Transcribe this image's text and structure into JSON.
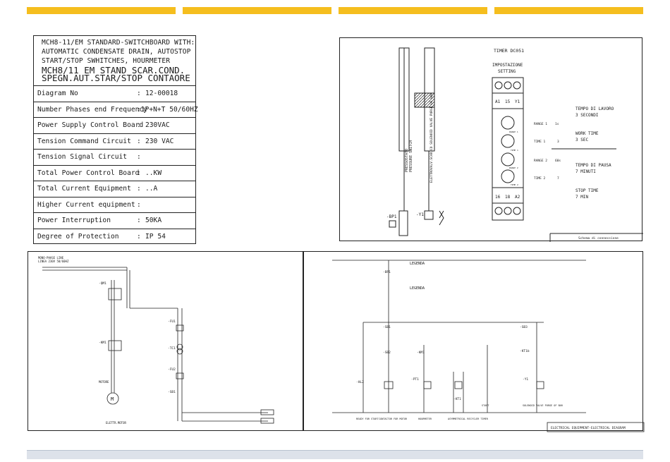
{
  "header_bars": 4,
  "colors": {
    "accent": "#f5be1e",
    "line": "#222222",
    "footer": "#dde2ea"
  },
  "spec": {
    "title_en": [
      "MCH8-11/EM STANDARD-SWITCHBOARD WITH:",
      "AUTOMATIC CONDENSATE DRAIN, AUTOSTOP",
      "START/STOP SWHITCHES, HOURMETER"
    ],
    "title_it": [
      "MCH8/11 EM STAND SCAR.COND.",
      "SPEGN.AUT.STAR/STOP CONTAORE"
    ],
    "rows": [
      {
        "label": "Diagram No",
        "value": "12-00018"
      },
      {
        "label": "Number Phases end Frequency",
        "value": "1P+N+T 50/60HZ"
      },
      {
        "label": "Power Supply Control Board",
        "value": "230VAC"
      },
      {
        "label": "Tension Command  Circuit",
        "value": "230 VAC"
      },
      {
        "label": "Tension Signal Circuit",
        "value": ""
      },
      {
        "label": "Total Power Control Board",
        "value": "..KW"
      },
      {
        "label": "Total Current Equipment",
        "value": "..A"
      },
      {
        "label": "Higher Current equipment",
        "value": ""
      },
      {
        "label": "Power Interruption",
        "value": "50KA"
      },
      {
        "label": "Degree of Protection",
        "value": "IP 54"
      }
    ]
  },
  "timer": {
    "title": "TIMER DC051",
    "setting": [
      "IMPOSTAZIONE",
      "SETTING"
    ],
    "top_terminals": [
      "A1",
      "15",
      "Y1"
    ],
    "bottom_terminals": [
      "16",
      "18",
      "A2"
    ],
    "range1": "RANGE 1",
    "range1_unit": "1s",
    "time1": "TIME 1",
    "time1_val": "3",
    "range2": "RANGE 2",
    "range2_unit": "60s",
    "time2": "TIME 2",
    "time2_val": "7",
    "knob_labels": [
      "RANGE 1",
      "TIME 1",
      "RANGE 2",
      "TIME 2"
    ],
    "notes": [
      [
        "TEMPO DI LAVORO",
        "3 SECONDI"
      ],
      [
        "WORK TIME",
        "3 SEC"
      ],
      [
        "TEMPO DI PAUSA",
        "7 MINUTI"
      ],
      [
        "STOP TIME",
        "7 MIN"
      ]
    ],
    "bp1": "-BP1",
    "y1": "-Y1",
    "pressure_label": [
      "PRESSOSTATO",
      "PRESSURE SWITCH"
    ],
    "valve_label": [
      "ELETTROVALV.SCARICO SOLENOID VALVE PURGE OF BAR"
    ],
    "caption": "Schema di connessione"
  },
  "power": {
    "supply": [
      "MONO-PHASE LINE",
      "LINEA 230V 50/60HZ"
    ],
    "labels": [
      "-QM1",
      "-KM1",
      "-FU1",
      "-TC1",
      "-FU2",
      "-SB1",
      "MOTORE",
      "ELETTR.MOTOR",
      "M"
    ]
  },
  "control": {
    "legend_title": "LEGENDA",
    "legend_title2": "LEGENDA",
    "components": [
      "-BP1",
      "-SB1",
      "-SB2",
      "-KM1",
      "-HL2",
      "-PT1",
      "-KT1",
      "-Y1",
      "-SB3",
      "-KT1b"
    ],
    "bottom_captions": [
      "READY FOR START",
      "CONTACTOR FOR MOTOR",
      "HOURMETER",
      "ASYMMETRICAL RECYCLER TIMER",
      "START",
      "SOLENOID VALVE PURGE OF BAR"
    ],
    "footer_caption": "ELECTRICAL EQUIPMENT-ELECTRICAL DIAGRAM"
  }
}
